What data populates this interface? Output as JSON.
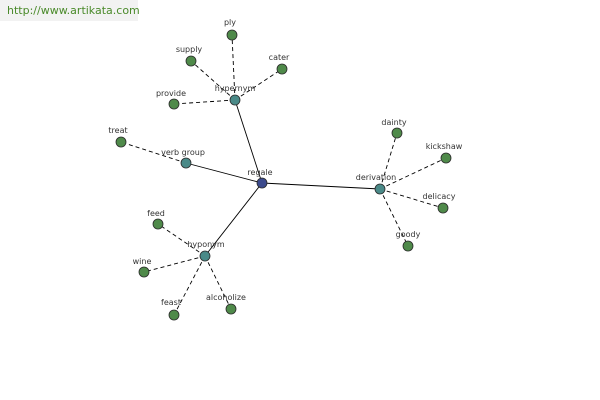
{
  "header": {
    "url": "http://www.artikata.com"
  },
  "colors": {
    "root_node": "#3b4a8c",
    "relation_node": "#4a8a88",
    "leaf_node": "#4f8a4a",
    "edge": "#000000",
    "url_text": "#4a8a2a"
  },
  "graph": {
    "root": {
      "label": "regale"
    },
    "relations": [
      {
        "key": "hypernym",
        "label": "hypernym",
        "leaves": [
          "ply",
          "supply",
          "cater",
          "provide"
        ]
      },
      {
        "key": "verb_group",
        "label": "verb group",
        "leaves": [
          "treat"
        ]
      },
      {
        "key": "derivation",
        "label": "derivation",
        "leaves": [
          "dainty",
          "kickshaw",
          "delicacy",
          "goody"
        ]
      },
      {
        "key": "hyponym",
        "label": "hyponym",
        "leaves": [
          "feed",
          "wine",
          "feast",
          "alcoholize"
        ]
      }
    ]
  }
}
